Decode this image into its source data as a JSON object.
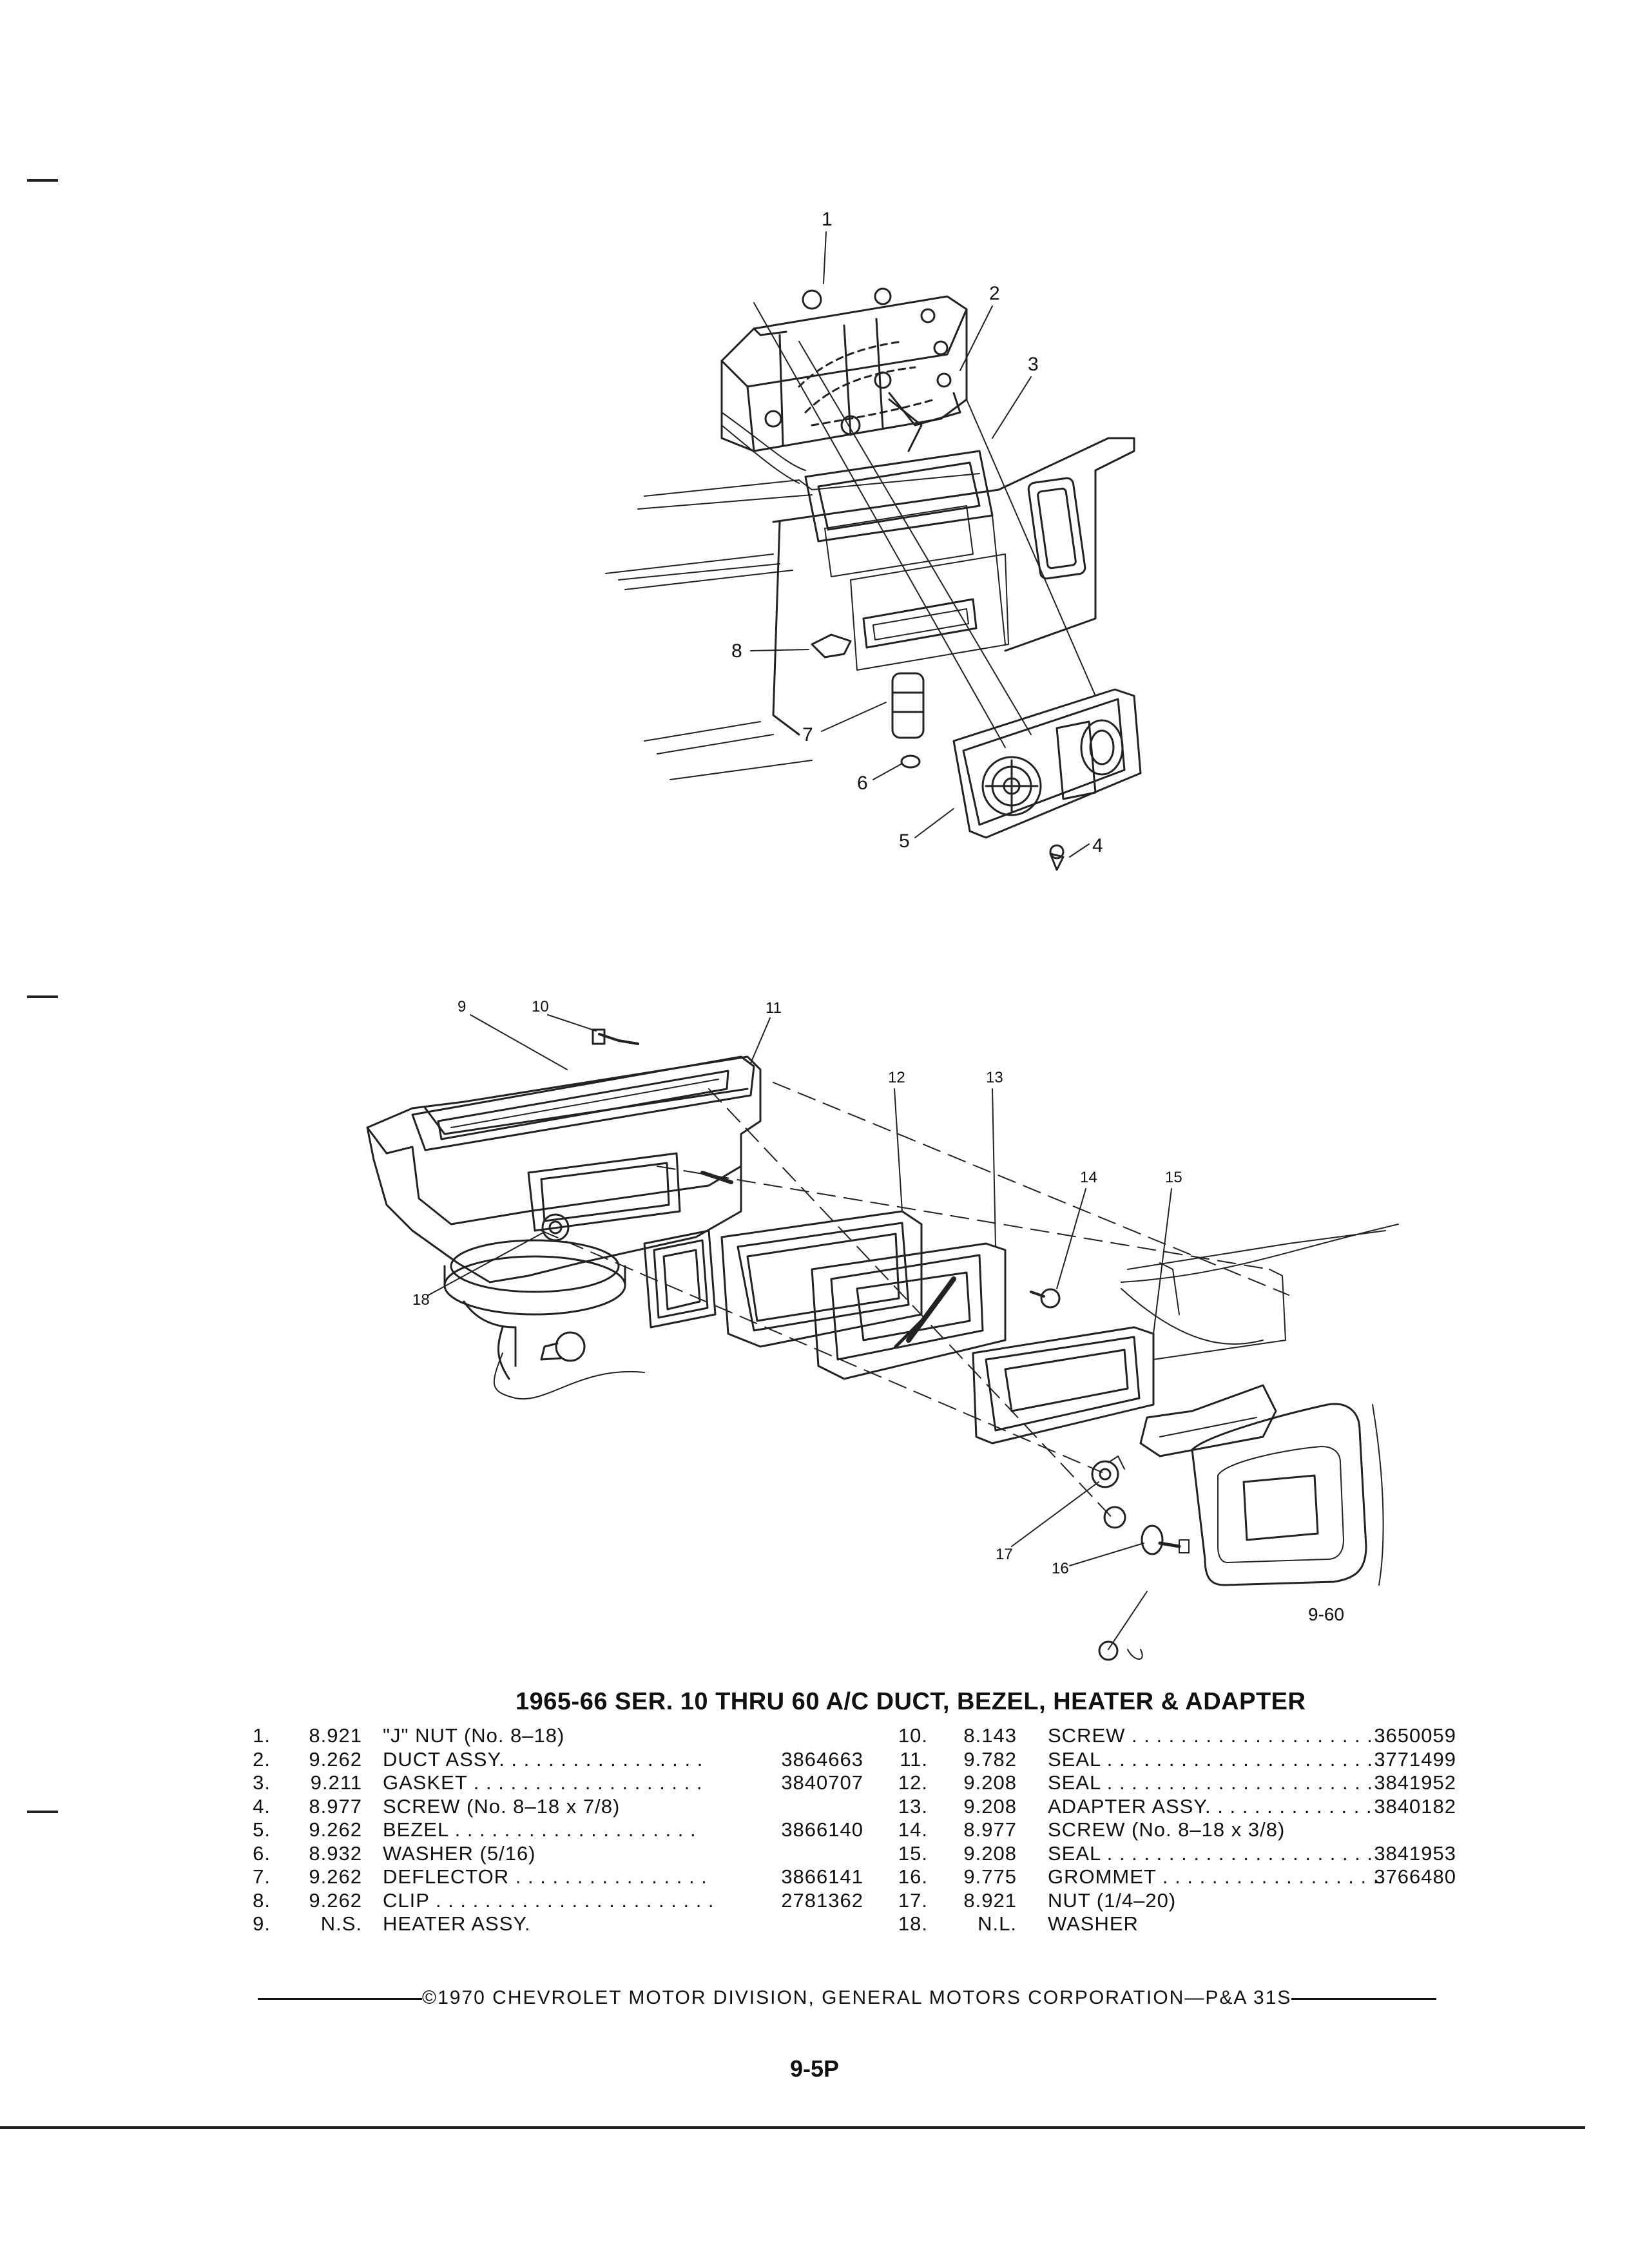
{
  "caption": "1965-66 SER. 10 THRU 60 A/C DUCT, BEZEL, HEATER & ADAPTER",
  "figure_code": "9-60",
  "callouts_top": [
    "1",
    "2",
    "3",
    "4",
    "5",
    "6",
    "7",
    "8"
  ],
  "callouts_bottom": [
    "9",
    "10",
    "11",
    "12",
    "13",
    "14",
    "15",
    "16",
    "17",
    "18"
  ],
  "parts_left": [
    {
      "no": "1.",
      "code": "8.921",
      "desc": "\"J\" NUT (No. 8–18)",
      "pn": ""
    },
    {
      "no": "2.",
      "code": "9.262",
      "desc": "DUCT ASSY. . . . . . . . . . . . . . . . .",
      "pn": "3864663"
    },
    {
      "no": "3.",
      "code": "9.211",
      "desc": "GASKET . . . . . . . . . . . . . . . . . . .",
      "pn": "3840707"
    },
    {
      "no": "4.",
      "code": "8.977",
      "desc": "SCREW (No. 8–18 x 7/8)",
      "pn": ""
    },
    {
      "no": "5.",
      "code": "9.262",
      "desc": "BEZEL . . . . . . . . . . . . . . . . . . . .",
      "pn": "3866140"
    },
    {
      "no": "6.",
      "code": "8.932",
      "desc": "WASHER (5/16)",
      "pn": ""
    },
    {
      "no": "7.",
      "code": "9.262",
      "desc": "DEFLECTOR . . . . . . . . . . . . . . . .",
      "pn": "3866141"
    },
    {
      "no": "8.",
      "code": "9.262",
      "desc": "CLIP . . . . . . . . . . . . . . . . . . . . . . .",
      "pn": "2781362"
    },
    {
      "no": "9.",
      "code": "N.S.",
      "desc": "HEATER ASSY.",
      "pn": ""
    }
  ],
  "parts_right": [
    {
      "no": "10.",
      "code": "8.143",
      "desc": "SCREW . . . . . . . . . . . . . . . . . . . . .",
      "pn": "3650059"
    },
    {
      "no": "11.",
      "code": "9.782",
      "desc": "SEAL . . . . . . . . . . . . . . . . . . . . . . .",
      "pn": "3771499"
    },
    {
      "no": "12.",
      "code": "9.208",
      "desc": "SEAL . . . . . . . . . . . . . . . . . . . . . . .",
      "pn": "3841952"
    },
    {
      "no": "13.",
      "code": "9.208",
      "desc": "ADAPTER ASSY. . . . . . . . . . . . . .",
      "pn": "3840182"
    },
    {
      "no": "14.",
      "code": "8.977",
      "desc": "SCREW (No. 8–18 x 3/8)",
      "pn": ""
    },
    {
      "no": "15.",
      "code": "9.208",
      "desc": "SEAL . . . . . . . . . . . . . . . . . . . . . . .",
      "pn": "3841953"
    },
    {
      "no": "16.",
      "code": "9.775",
      "desc": "GROMMET . . . . . . . . . . . . . . . . . .",
      "pn": "3766480"
    },
    {
      "no": "17.",
      "code": "8.921",
      "desc": "NUT (1/4–20)",
      "pn": ""
    },
    {
      "no": "18.",
      "code": "N.L.",
      "desc": "WASHER",
      "pn": ""
    }
  ],
  "footer": "©1970 CHEVROLET MOTOR DIVISION, GENERAL MOTORS CORPORATION—P&A 31S",
  "page_number": "9-5P"
}
